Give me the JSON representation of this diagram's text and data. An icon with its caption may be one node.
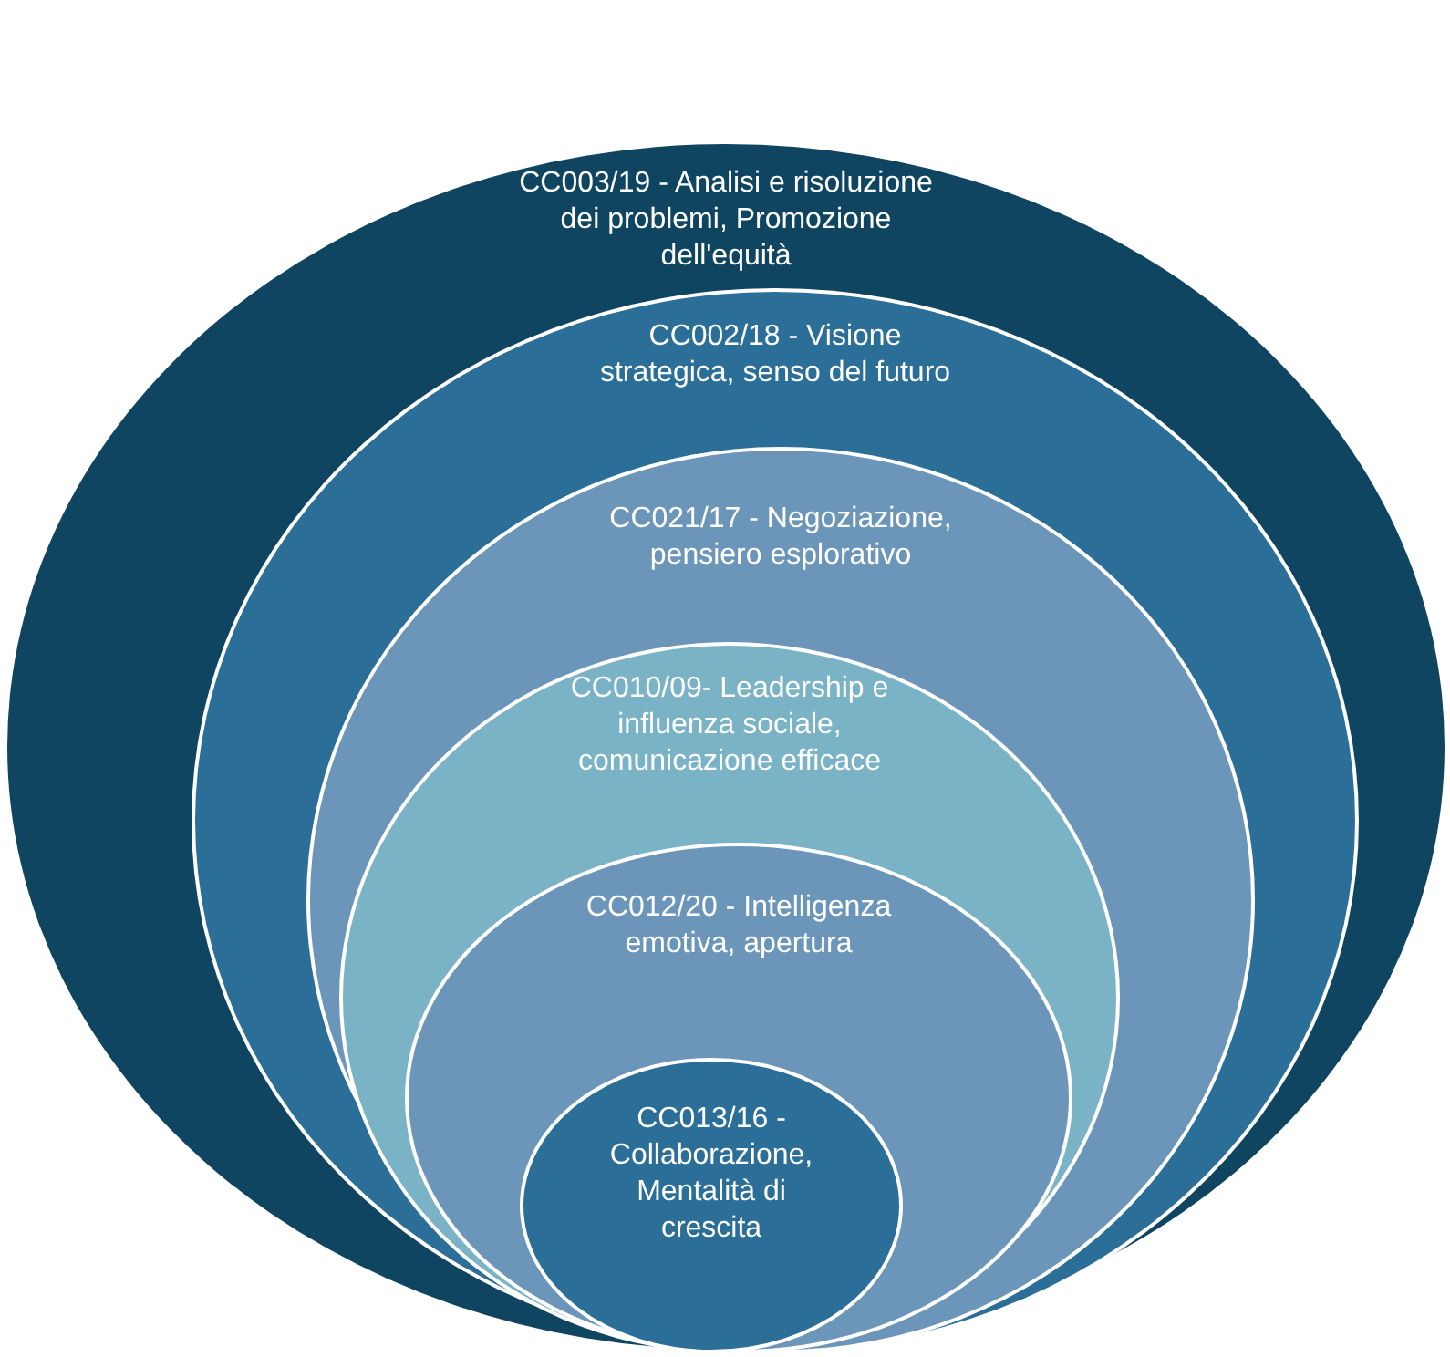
{
  "diagram": {
    "nodes": [
      {
        "text": [
          "CC003/19 - Analisi e risoluzione dei problemi, Promozione dell'equità"
        ]
      },
      {
        "text": [
          "CC002/18 - Visione strategica, senso del futuro"
        ],
        "in": 0
      },
      {
        "text": [
          "CC021/17 - Negoziazione, pensiero esplorativo"
        ],
        "in": 1
      },
      {
        "text": [
          "CC010/09- Leadership e influenza sociale, comunicazione efficace"
        ],
        "in": 2
      },
      {
        "text": [
          "CC012/20 - Intelligenza emotiva, apertura"
        ],
        "in": 3
      },
      {
        "text": [
          "CC013/16 - Collaborazione, Mentalità di crescita"
        ],
        "in": 4
      }
    ]
  }
}
